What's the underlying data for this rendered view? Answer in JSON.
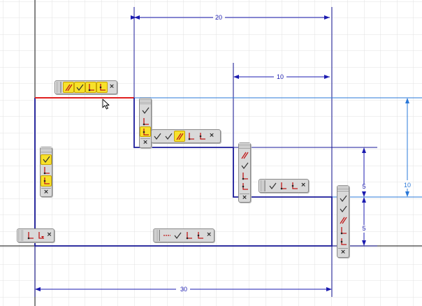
{
  "dimensions": {
    "d20": "20",
    "d10_top": "10",
    "d5_upper": "5",
    "d5_lower": "5",
    "d10_right": "10",
    "d30": "30"
  },
  "palette": {
    "close_glyph": "×",
    "icon_names": [
      "parallel-icon",
      "perpendicular-icon",
      "coincident-icon",
      "fix-icon",
      "horizontal-icon",
      "vertical-icon",
      "tangent-icon"
    ]
  },
  "colors": {
    "grid": "#dcdcdc",
    "geometry": "#1a1a9a",
    "selected_line": "#e02020",
    "dimension": "#1b1bb0",
    "dimension_light": "#2a78d8",
    "highlight": "#f7e12a"
  }
}
